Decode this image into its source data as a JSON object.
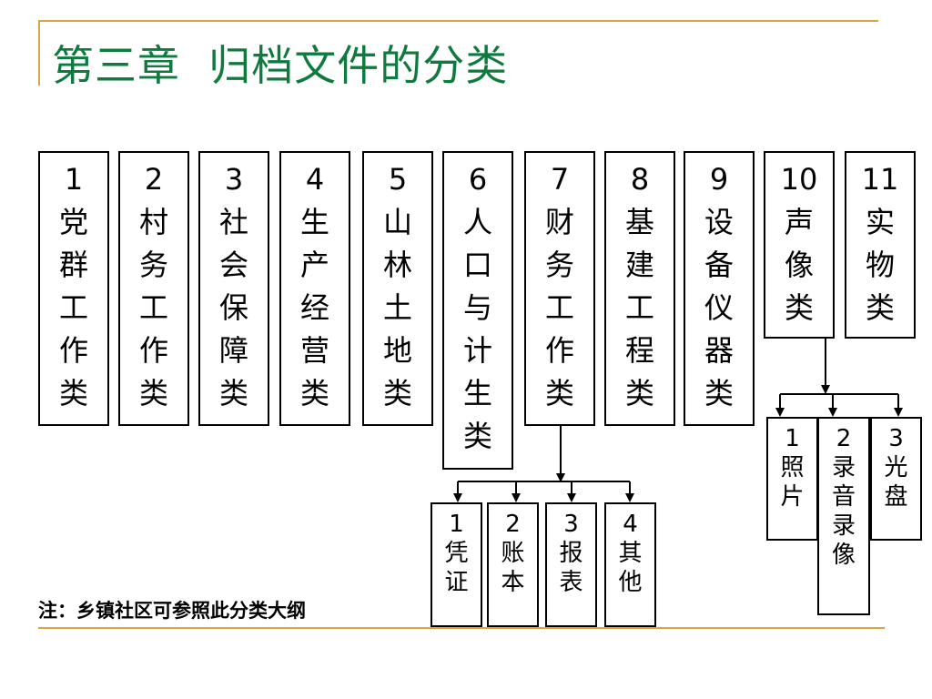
{
  "title": "第三章  归档文件的分类",
  "note": "注：乡镇社区可参照此分类大纲",
  "colors": {
    "title": "#0e7a3e",
    "rule": "#d9a441",
    "line": "#000000"
  },
  "categories": [
    {
      "num": "1",
      "chars": [
        "党",
        "群",
        "工",
        "作",
        "类"
      ]
    },
    {
      "num": "2",
      "chars": [
        "村",
        "务",
        "工",
        "作",
        "类"
      ]
    },
    {
      "num": "3",
      "chars": [
        "社",
        "会",
        "保",
        "障",
        "类"
      ]
    },
    {
      "num": "4",
      "chars": [
        "生",
        "产",
        "经",
        "营",
        "类"
      ]
    },
    {
      "num": "5",
      "chars": [
        "山",
        "林",
        "土",
        "地",
        "类"
      ]
    },
    {
      "num": "6",
      "chars": [
        "人",
        "口",
        "与",
        "计",
        "生",
        "类"
      ]
    },
    {
      "num": "7",
      "chars": [
        "财",
        "务",
        "工",
        "作",
        "类"
      ]
    },
    {
      "num": "8",
      "chars": [
        "基",
        "建",
        "工",
        "程",
        "类"
      ]
    },
    {
      "num": "9",
      "chars": [
        "设",
        "备",
        "仪",
        "器",
        "类"
      ]
    },
    {
      "num": "10",
      "chars": [
        "声",
        "像",
        "类"
      ]
    },
    {
      "num": "11",
      "chars": [
        "实",
        "物",
        "类"
      ]
    }
  ],
  "finance_sub": [
    {
      "num": "1",
      "chars": [
        "凭",
        "证"
      ]
    },
    {
      "num": "2",
      "chars": [
        "账",
        "本"
      ]
    },
    {
      "num": "3",
      "chars": [
        "报",
        "表"
      ]
    },
    {
      "num": "4",
      "chars": [
        "其",
        "他"
      ]
    }
  ],
  "av_sub": [
    {
      "num": "1",
      "chars": [
        "照",
        "片"
      ]
    },
    {
      "num": "2",
      "chars": [
        "录",
        "音",
        "录",
        "像"
      ]
    },
    {
      "num": "3",
      "chars": [
        "光",
        "盘"
      ]
    }
  ]
}
